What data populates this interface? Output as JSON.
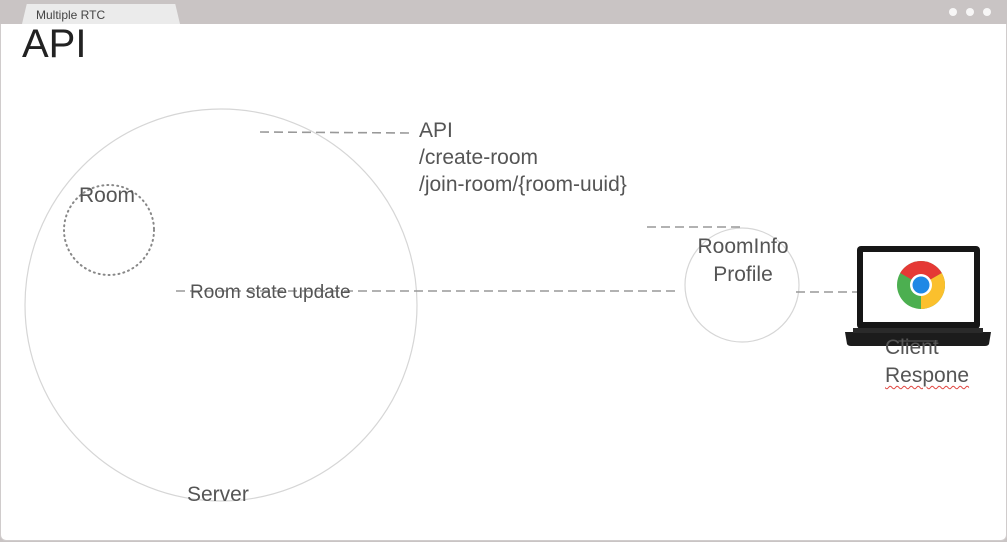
{
  "window": {
    "tab_title": "Multiple RTC"
  },
  "slide": {
    "title": "API",
    "server_label": "Server",
    "room_label": "Room",
    "room_state_label": "Room state update",
    "api_lines": [
      "API",
      "/create-room",
      "/join-room/{room-uuid}"
    ],
    "profile_lines": [
      "RoomInfo",
      "Profile"
    ],
    "client_lines": [
      "Client",
      "Respone"
    ]
  },
  "icons": {
    "client_device": "laptop-icon",
    "browser": "chrome-icon"
  },
  "colors": {
    "circle_stroke": "#d6d6d6",
    "dashed_line": "#999999",
    "text": "#555555",
    "title": "#222222"
  }
}
